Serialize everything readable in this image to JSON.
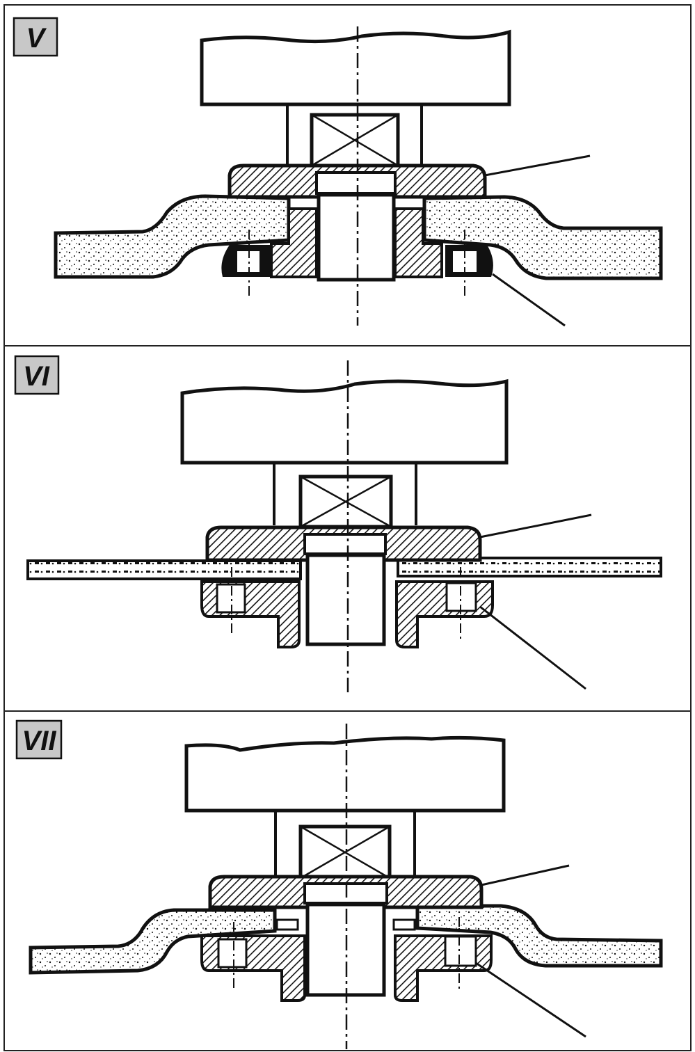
{
  "figure": {
    "panels": [
      {
        "label": "V",
        "variant": "recessed-disc"
      },
      {
        "label": "VI",
        "variant": "flat-disc"
      },
      {
        "label": "VII",
        "variant": "recessed-disc-with-collar"
      }
    ],
    "colors": {
      "ink": "#111111",
      "label_box": "#c8c8c8",
      "paper": "#ffffff"
    }
  }
}
